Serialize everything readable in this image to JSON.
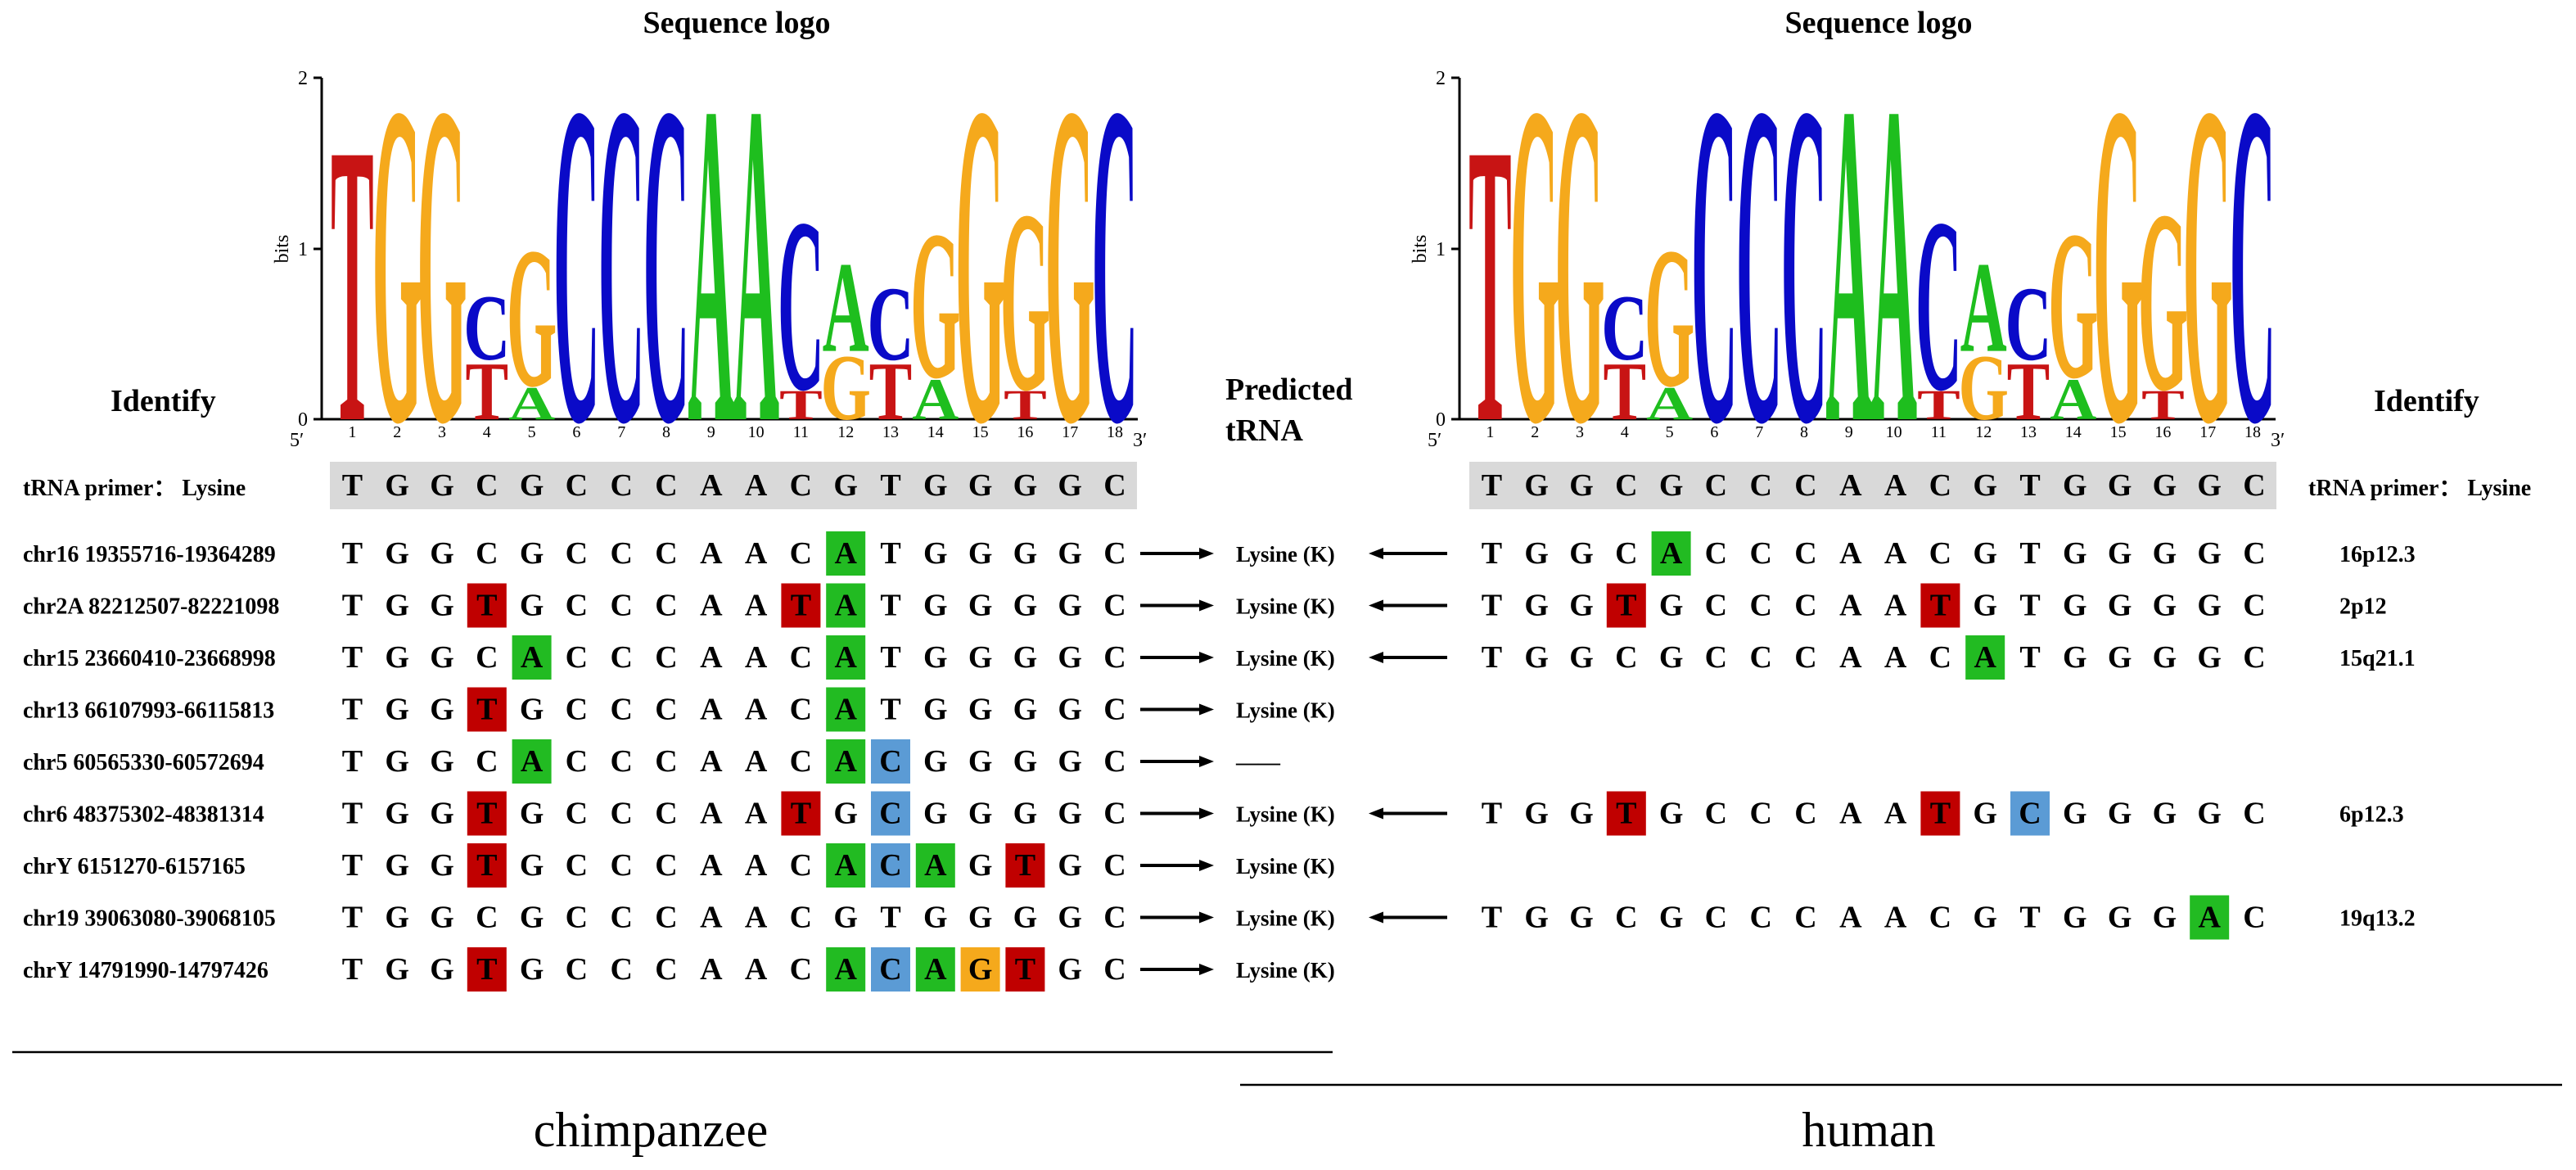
{
  "logo_title": "Sequence logo",
  "logo_ylabel": "bits",
  "logo_yticks": [
    "0",
    "1",
    "2"
  ],
  "five_prime": "5′",
  "three_prime": "3′",
  "logo_positions": [
    "1",
    "2",
    "3",
    "4",
    "5",
    "6",
    "7",
    "8",
    "9",
    "10",
    "11",
    "12",
    "13",
    "14",
    "15",
    "16",
    "17",
    "18"
  ],
  "logo_columns": [
    [
      [
        "T",
        1.7
      ]
    ],
    [
      [
        "G",
        1.95
      ]
    ],
    [
      [
        "G",
        1.95
      ]
    ],
    [
      [
        "T",
        0.35
      ],
      [
        "C",
        0.4
      ]
    ],
    [
      [
        "A",
        0.2
      ],
      [
        "G",
        0.85
      ]
    ],
    [
      [
        "C",
        1.95
      ]
    ],
    [
      [
        "C",
        1.95
      ]
    ],
    [
      [
        "C",
        1.95
      ]
    ],
    [
      [
        "A",
        1.95
      ]
    ],
    [
      [
        "A",
        1.95
      ]
    ],
    [
      [
        "T",
        0.18
      ],
      [
        "C",
        1.05
      ]
    ],
    [
      [
        "G",
        0.4
      ],
      [
        "A",
        0.55
      ]
    ],
    [
      [
        "T",
        0.35
      ],
      [
        "C",
        0.45
      ]
    ],
    [
      [
        "A",
        0.25
      ],
      [
        "G",
        0.9
      ]
    ],
    [
      [
        "G",
        1.95
      ]
    ],
    [
      [
        "T",
        0.18
      ],
      [
        "G",
        1.1
      ]
    ],
    [
      [
        "G",
        1.95
      ]
    ],
    [
      [
        "C",
        1.95
      ]
    ]
  ],
  "base_colors": {
    "A": "#1ebe1e",
    "C": "#0a0ac8",
    "G": "#f5a91c",
    "T": "#c81414"
  },
  "highlight_colors": {
    "red": "#c00000",
    "green": "#22bb22",
    "blue": "#5b9bd5",
    "orange": "#f5a91c"
  },
  "primer_bg": "#d9d9d9",
  "primer_sequence": "TGGCGCCCAACGTGGGGC",
  "chimpanzee": {
    "label": "chimpanzee",
    "identify_header": "Identify",
    "predicted_header": [
      "Predicted",
      "tRNA"
    ],
    "primer_label": "tRNA primer： Lysine",
    "rows": [
      {
        "id": "chr16 19355716-19364289",
        "seq": "TGGCGCCCAACATGGGGC",
        "hl": [
          [
            12,
            "green"
          ]
        ],
        "pred": "Lysine (K)"
      },
      {
        "id": "chr2A 82212507-82221098",
        "seq": "TGGTGCCCAATATGGGGC",
        "hl": [
          [
            4,
            "red"
          ],
          [
            11,
            "red"
          ],
          [
            12,
            "green"
          ]
        ],
        "pred": "Lysine (K)"
      },
      {
        "id": "chr15 23660410-23668998",
        "seq": "TGGCACCCAACATGGGGC",
        "hl": [
          [
            5,
            "green"
          ],
          [
            12,
            "green"
          ]
        ],
        "pred": "Lysine (K)"
      },
      {
        "id": "chr13 66107993-66115813",
        "seq": "TGGTGCCCAACATGGGGC",
        "hl": [
          [
            4,
            "red"
          ],
          [
            12,
            "green"
          ]
        ],
        "pred": "Lysine (K)"
      },
      {
        "id": "chr5  60565330-60572694",
        "seq": "TGGCACCCAACACGGGGC",
        "hl": [
          [
            5,
            "green"
          ],
          [
            12,
            "green"
          ],
          [
            13,
            "blue"
          ]
        ],
        "pred": "——"
      },
      {
        "id": "chr6  48375302-48381314",
        "seq": "TGGTGCCCAATGCGGGGC",
        "hl": [
          [
            4,
            "red"
          ],
          [
            11,
            "red"
          ],
          [
            13,
            "blue"
          ]
        ],
        "pred": "Lysine (K)"
      },
      {
        "id": "chrY  6151270-6157165",
        "seq": "TGGTGCCCAACACAGTGC",
        "hl": [
          [
            4,
            "red"
          ],
          [
            12,
            "green"
          ],
          [
            13,
            "blue"
          ],
          [
            14,
            "green"
          ],
          [
            16,
            "red"
          ]
        ],
        "pred": "Lysine (K)"
      },
      {
        "id": "chr19 39063080-39068105",
        "seq": "TGGCGCCCAACGTGGGGC",
        "hl": [],
        "pred": "Lysine (K)"
      },
      {
        "id": "chrY  14791990-14797426",
        "seq": "TGGTGCCCAACACAGTGC",
        "hl": [
          [
            4,
            "red"
          ],
          [
            12,
            "green"
          ],
          [
            13,
            "blue"
          ],
          [
            14,
            "green"
          ],
          [
            15,
            "orange"
          ],
          [
            16,
            "red"
          ]
        ],
        "pred": "Lysine (K)"
      }
    ]
  },
  "human": {
    "label": "human",
    "identify_header": "Identify",
    "primer_label": "tRNA primer： Lysine",
    "rows": [
      {
        "row": 0,
        "seq": "TGGCACCCAACGTGGGGC",
        "hl": [
          [
            5,
            "green"
          ]
        ],
        "loc": "16p12.3"
      },
      {
        "row": 1,
        "seq": "TGGTGCCCAATGTGGGGC",
        "hl": [
          [
            4,
            "red"
          ],
          [
            11,
            "red"
          ]
        ],
        "loc": "2p12"
      },
      {
        "row": 2,
        "seq": "TGGCGCCCAACATGGGGC",
        "hl": [
          [
            12,
            "green"
          ]
        ],
        "loc": "15q21.1"
      },
      {
        "row": 5,
        "seq": "TGGTGCCCAATGCGGGGC",
        "hl": [
          [
            4,
            "red"
          ],
          [
            11,
            "red"
          ],
          [
            13,
            "blue"
          ]
        ],
        "loc": "6p12.3"
      },
      {
        "row": 7,
        "seq": "TGGCGCCCAACGTGGGAC",
        "hl": [
          [
            17,
            "green"
          ]
        ],
        "loc": "19q13.2"
      }
    ]
  }
}
